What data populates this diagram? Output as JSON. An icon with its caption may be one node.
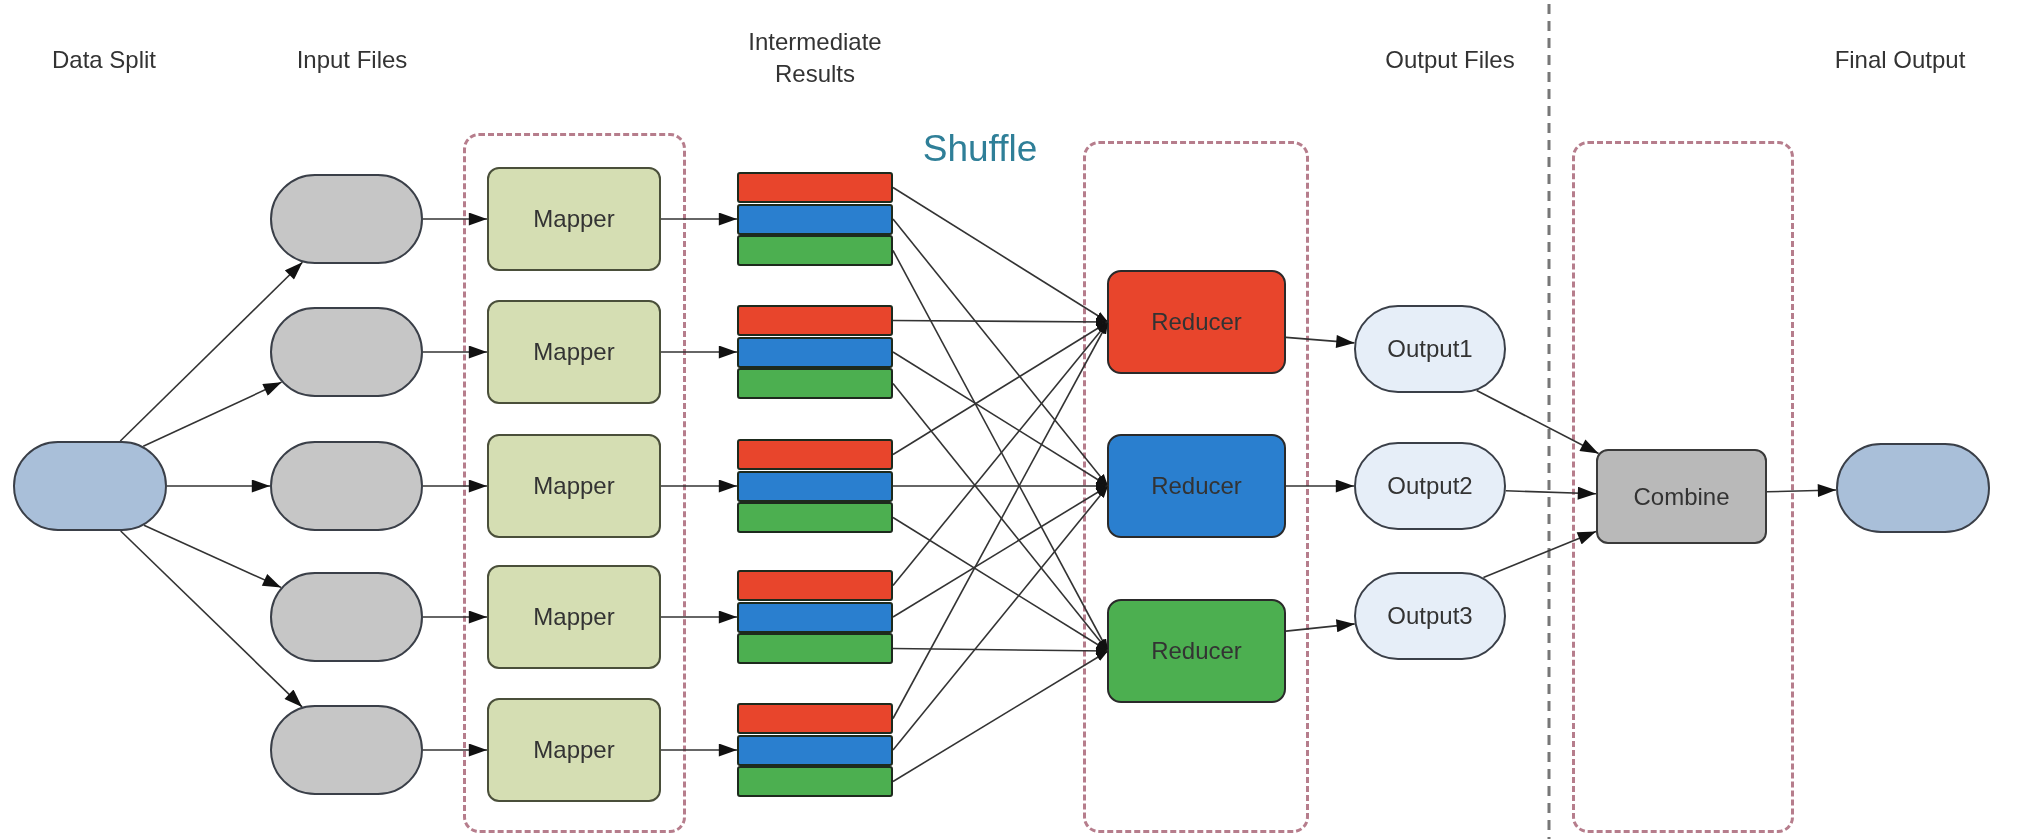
{
  "diagram": {
    "nodes": [
      {
        "text": [],
        "shape": "oval"
      },
      {
        "text": [],
        "shape": "oval"
      },
      {
        "text": [],
        "shape": "oval"
      },
      {
        "text": [],
        "shape": "oval"
      },
      {
        "text": [],
        "shape": "oval"
      },
      {
        "text": [],
        "shape": "oval"
      },
      {
        "text": [],
        "shape": "box"
      },
      {
        "text": [
          "Mapper"
        ],
        "in": 6
      },
      {
        "text": [
          "Mapper"
        ],
        "in": 6
      },
      {
        "text": [
          "Mapper"
        ],
        "in": 6
      },
      {
        "text": [
          "Mapper"
        ],
        "in": 6
      },
      {
        "text": [
          "Mapper"
        ],
        "in": 6
      },
      {
        "text": [],
        "shape": "bar"
      },
      {
        "text": [],
        "shape": "bar"
      },
      {
        "text": [],
        "shape": "bar"
      },
      {
        "text": [],
        "shape": "bar"
      },
      {
        "text": [],
        "shape": "bar"
      },
      {
        "text": [],
        "shape": "bar"
      },
      {
        "text": [],
        "shape": "bar"
      },
      {
        "text": [],
        "shape": "bar"
      },
      {
        "text": [],
        "shape": "bar"
      },
      {
        "text": [],
        "shape": "bar"
      },
      {
        "text": [],
        "shape": "bar"
      },
      {
        "text": [],
        "shape": "bar"
      },
      {
        "text": [],
        "shape": "bar"
      },
      {
        "text": [],
        "shape": "bar"
      },
      {
        "text": [],
        "shape": "bar"
      },
      {
        "text": [],
        "shape": "box"
      },
      {
        "text": [
          "Reducer"
        ],
        "in": 27
      },
      {
        "text": [
          "Reducer"
        ],
        "in": 27
      },
      {
        "text": [
          "Reducer"
        ],
        "in": 27
      },
      {
        "text": [
          "Output1"
        ]
      },
      {
        "text": [
          "Output2"
        ]
      },
      {
        "text": [
          "Output3"
        ]
      },
      {
        "text": [],
        "shape": "box"
      },
      {
        "text": [
          "Combine"
        ],
        "in": 34
      },
      {
        "text": [],
        "shape": "oval"
      }
    ],
    "edges": [
      {
        "from": 0,
        "to": 1,
        "arrow": "to"
      },
      {
        "from": 0,
        "to": 2,
        "arrow": "to"
      },
      {
        "from": 0,
        "to": 3,
        "arrow": "to"
      },
      {
        "from": 0,
        "to": 4,
        "arrow": "to"
      },
      {
        "from": 0,
        "to": 5,
        "arrow": "to"
      },
      {
        "from": 1,
        "to": 7,
        "arrow": "to"
      },
      {
        "from": 2,
        "to": 8,
        "arrow": "to"
      },
      {
        "from": 3,
        "to": 9,
        "arrow": "to"
      },
      {
        "from": 4,
        "to": 10,
        "arrow": "to"
      },
      {
        "from": 5,
        "to": 11,
        "arrow": "to"
      },
      {
        "from": 7,
        "to": 13,
        "arrow": "to"
      },
      {
        "from": 8,
        "to": 16,
        "arrow": "to"
      },
      {
        "from": 9,
        "to": 19,
        "arrow": "to"
      },
      {
        "from": 10,
        "to": 22,
        "arrow": "to"
      },
      {
        "from": 11,
        "to": 25,
        "arrow": "to"
      },
      {
        "from": 12,
        "to": 28,
        "arrow": "to"
      },
      {
        "from": 13,
        "to": 29,
        "arrow": "to"
      },
      {
        "from": 14,
        "to": 30,
        "arrow": "to"
      },
      {
        "from": 15,
        "to": 28,
        "arrow": "to"
      },
      {
        "from": 16,
        "to": 29,
        "arrow": "to"
      },
      {
        "from": 17,
        "to": 30,
        "arrow": "to"
      },
      {
        "from": 18,
        "to": 28,
        "arrow": "to"
      },
      {
        "from": 19,
        "to": 29,
        "arrow": "to"
      },
      {
        "from": 20,
        "to": 30,
        "arrow": "to"
      },
      {
        "from": 21,
        "to": 28,
        "arrow": "to"
      },
      {
        "from": 22,
        "to": 29,
        "arrow": "to"
      },
      {
        "from": 23,
        "to": 30,
        "arrow": "to"
      },
      {
        "from": 24,
        "to": 28,
        "arrow": "to"
      },
      {
        "from": 25,
        "to": 29,
        "arrow": "to"
      },
      {
        "from": 26,
        "to": 30,
        "arrow": "to"
      },
      {
        "from": 28,
        "to": 31,
        "arrow": "to"
      },
      {
        "from": 29,
        "to": 32,
        "arrow": "to"
      },
      {
        "from": 30,
        "to": 33,
        "arrow": "to"
      },
      {
        "from": 31,
        "to": 35,
        "arrow": "to"
      },
      {
        "from": 32,
        "to": 35,
        "arrow": "to"
      },
      {
        "from": 33,
        "to": 35,
        "arrow": "to"
      },
      {
        "from": 35,
        "to": 36,
        "arrow": "to"
      }
    ],
    "labels": [
      "Data Split",
      "Input Files",
      "Intermediate Results",
      "Shuffle",
      "Output Files",
      "Final Output"
    ]
  }
}
